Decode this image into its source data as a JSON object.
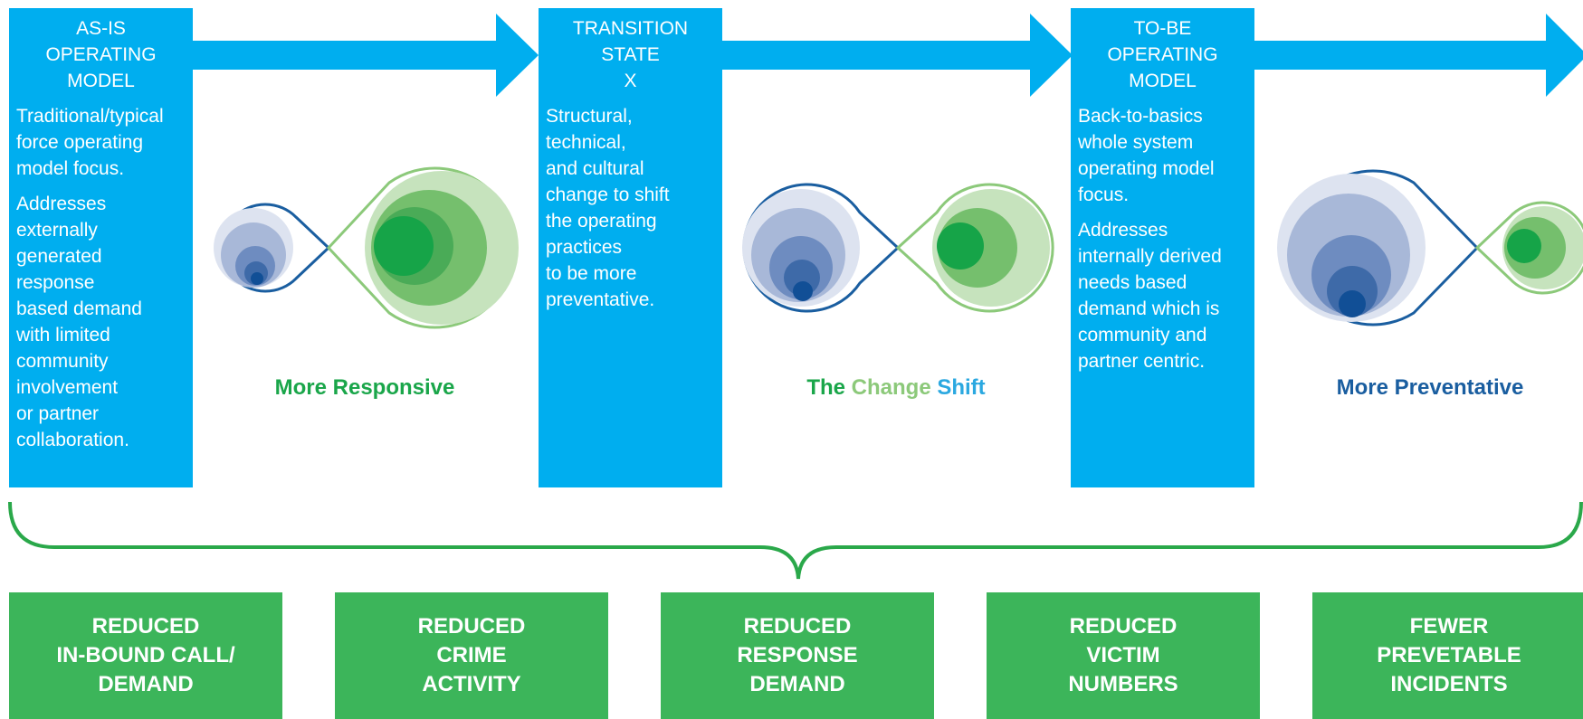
{
  "stages": [
    {
      "title": [
        "AS-IS",
        "OPERATING",
        "MODEL"
      ],
      "paragraphs": [
        "Traditional/typical\nforce operating\nmodel focus.",
        "Addresses\nexternally\ngenerated\nresponse\nbased demand\nwith limited\ncommunity\ninvolvement\nor partner\ncollaboration."
      ]
    },
    {
      "title": [
        "TRANSITION",
        "STATE",
        "X"
      ],
      "paragraphs": [
        "Structural,\ntechnical,\nand cultural\nchange to shift\nthe operating\npractices\nto be more\npreventative."
      ]
    },
    {
      "title": [
        "TO-BE",
        "OPERATING",
        "MODEL"
      ],
      "paragraphs": [
        "Back-to-basics\nwhole system\noperating model\nfocus.",
        "Addresses\ninternally derived\nneeds based\ndemand which is\ncommunity and\npartner centric."
      ]
    }
  ],
  "phases": {
    "responsive": "More Responsive",
    "change_the": "The",
    "change_change": "Change",
    "change_shift": "Shift",
    "preventative": "More Preventative"
  },
  "outcomes": [
    "REDUCED\nIN-BOUND CALL/\nDEMAND",
    "REDUCED\nCRIME\nACTIVITY",
    "REDUCED\nRESPONSE\nDEMAND",
    "REDUCED\nVICTIM\nNUMBERS",
    "FEWER\nPREVETABLE\nINCIDENTS"
  ],
  "colors": {
    "stage_blue": "#00aeef",
    "outcome_green": "#3cb55a",
    "dark_green": "#1aa64a",
    "light_green": "#8cc97a",
    "dark_blue": "#1a5ea0",
    "sky_blue": "#2ba8e0",
    "brace_green": "#2aa84a"
  }
}
